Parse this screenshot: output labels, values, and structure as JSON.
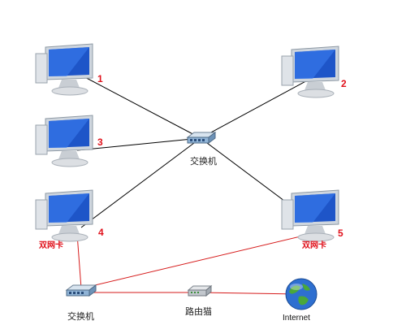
{
  "pcs": {
    "pc1": {
      "label": "1"
    },
    "pc2": {
      "label": "2"
    },
    "pc3": {
      "label": "3"
    },
    "pc4": {
      "label": "4",
      "nic_note": "双网卡"
    },
    "pc5": {
      "label": "5",
      "nic_note": "双网卡"
    }
  },
  "switch_main": {
    "label": "交换机"
  },
  "switch_lower": {
    "label": "交换机"
  },
  "router": {
    "label": "路由猫"
  },
  "internet": {
    "label": "Internet"
  },
  "colors": {
    "lan_link": "#000000",
    "dual_nic_link": "#d61b1b",
    "accent_red": "#e0121c",
    "screen_blue": "#1e55c8"
  },
  "icons": {
    "pc": "desktop-computer-icon",
    "switch": "network-switch-icon",
    "router": "router-modem-icon",
    "internet": "globe-icon"
  }
}
